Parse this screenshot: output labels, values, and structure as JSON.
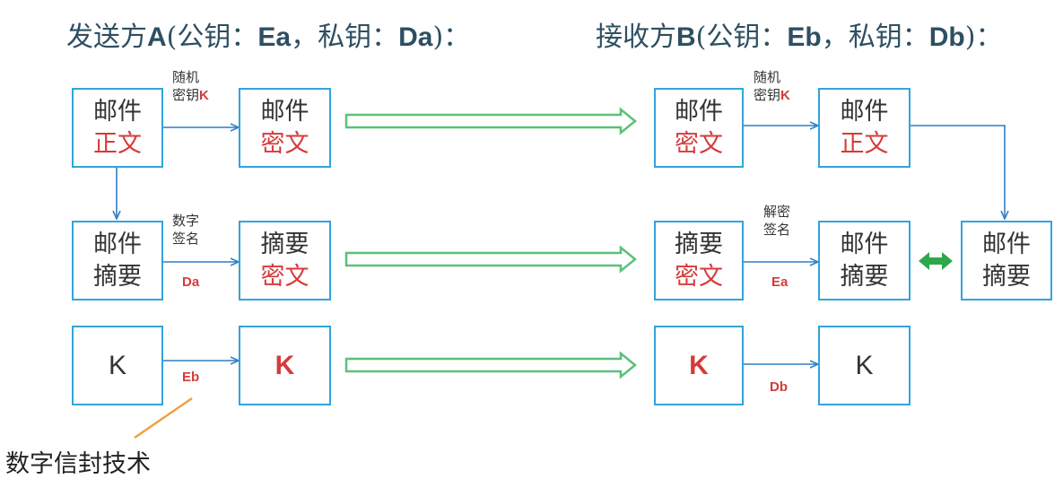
{
  "sender_title": {
    "prefix": "发送方",
    "name": "A",
    "open": "(公钥：",
    "pub": "Ea",
    "mid": "，私钥：",
    "priv": "Da",
    "close": ")："
  },
  "receiver_title": {
    "prefix": "接收方",
    "name": "B",
    "open": "(公钥：",
    "pub": "Eb",
    "mid": "，私钥：",
    "priv": "Db",
    "close": ")："
  },
  "sender": {
    "mail_body": [
      "邮件",
      "正文"
    ],
    "mail_cipher": [
      "邮件",
      "密文"
    ],
    "mail_digest": [
      "邮件",
      "摘要"
    ],
    "digest_cipher": [
      "摘要",
      "密文"
    ],
    "key_plain": "K",
    "key_cipher": "K",
    "label_random_key": {
      "line1": "随机",
      "line2": "密钥",
      "key": "K"
    },
    "label_signature": {
      "line1": "数字",
      "line2": "签名",
      "key": "Da"
    },
    "label_key_encrypt": "Eb"
  },
  "receiver": {
    "mail_cipher": [
      "邮件",
      "密文"
    ],
    "mail_body": [
      "邮件",
      "正文"
    ],
    "digest_cipher": [
      "摘要",
      "密文"
    ],
    "mail_digest_decrypted": [
      "邮件",
      "摘要"
    ],
    "mail_digest_computed": [
      "邮件",
      "摘要"
    ],
    "key_cipher": "K",
    "key_plain": "K",
    "label_random_key": {
      "line1": "随机",
      "line2": "密钥",
      "key": "K"
    },
    "label_verify": {
      "line1": "解密",
      "line2": "签名",
      "key": "Ea"
    },
    "label_key_decrypt": "Db"
  },
  "caption": "数字信封技术",
  "colors": {
    "box_border": "#33a3dc",
    "arrow_blue": "#2f7fc4",
    "transfer_green": "#5cc07a",
    "compare_green": "#2ea84b",
    "key_red": "#d63a3a",
    "pointer_orange": "#f0a040"
  }
}
